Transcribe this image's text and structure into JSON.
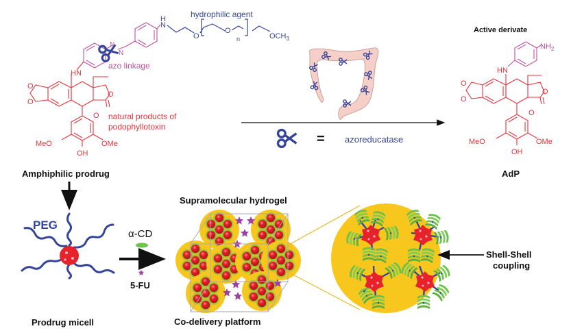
{
  "colors": {
    "drug_red": "#e8323c",
    "peg_blue": "#34449a",
    "azo_pink": "#c0509e",
    "gel_yellow": "#f7c71e",
    "cd_green": "#6cc24a",
    "fu_purple": "#9b3fa0",
    "colon_pink": "#f5cfc8"
  },
  "prodrug": {
    "hydrophilic_label": "hydrophilic agent",
    "azo_label": "azo linkage",
    "natural_label_line1": "natural products of",
    "natural_label_line2": "podophyllotoxin",
    "title": "Amphiphilic prodrug",
    "atoms": {
      "nh_top": "H",
      "n_top": "N",
      "o1": "O",
      "o2": "O",
      "n_sub": "n",
      "och3": "OCH",
      "och3_sub": "3",
      "azo_n1": "N",
      "azo_n2": "N",
      "hn": "HN",
      "o_ring1": "O",
      "o_ring2": "O",
      "o_lactone": "O",
      "o_carbonyl": "O",
      "meo": "MeO",
      "ome": "OMe",
      "oh": "OH"
    }
  },
  "reaction": {
    "enzyme_equals": "=",
    "enzyme_label": "azoreducatase"
  },
  "active": {
    "title": "Active derivate",
    "name": "AdP",
    "atoms": {
      "nh2": "NH",
      "nh2_sub": "2",
      "hn": "HN",
      "o_ring1": "O",
      "o_ring2": "O",
      "o_lactone": "O",
      "o_carbonyl": "O",
      "meo": "MeO",
      "ome": "OMe",
      "oh": "OH"
    }
  },
  "micelle": {
    "peg_label": "PEG",
    "title": "Prodrug micell"
  },
  "assembly": {
    "cd_label": "α-CD",
    "fu_label": "5-FU"
  },
  "hydrogel": {
    "title": "Supramolecular hydrogel",
    "subtitle": "Co-delivery platform"
  },
  "zoom_detail": {
    "callout_line1": "Shell-Shell",
    "callout_line2": "coupling"
  }
}
